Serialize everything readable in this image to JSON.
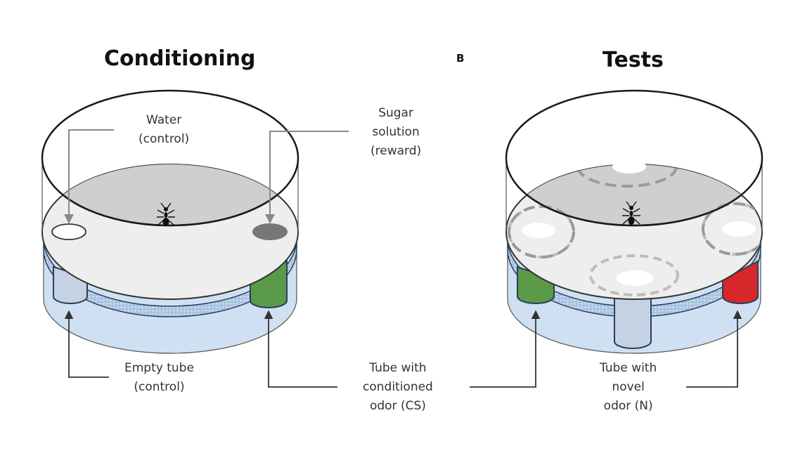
{
  "panels": {
    "conditioning": {
      "title": "Conditioning",
      "labels": {
        "water": [
          "Water",
          "(control)"
        ],
        "sugar": [
          "Sugar",
          "solution",
          "(reward)"
        ],
        "empty_tube": [
          "Empty tube",
          "(control)"
        ],
        "cs_tube": [
          "Tube with",
          "conditioned",
          "odor (CS)"
        ]
      }
    },
    "tests": {
      "letter": "B",
      "title": "Tests",
      "labels": {
        "novel_tube": [
          "Tube with",
          "novel",
          "odor (N)"
        ]
      }
    }
  },
  "colors": {
    "arena_outline": "#1a1a1a",
    "platform_fill": "#eeeeee",
    "inner_floor": "#cfcfcf",
    "base_fill": "#cfe0f2",
    "mesh": "#8fb0d6",
    "water_spot": "#ffffff",
    "sugar_spot": "#777777",
    "empty_tube": "#c4d2e4",
    "cs_tube": "#5a9a48",
    "novel_tube": "#d7272b",
    "arrow": "#333333",
    "dashed_circle": "#999999"
  }
}
